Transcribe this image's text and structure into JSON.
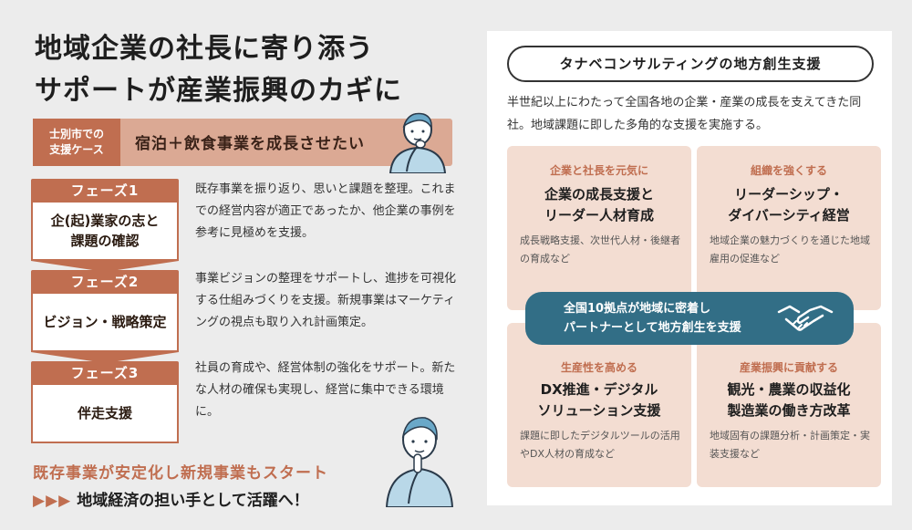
{
  "headline": {
    "line1": "地域企業の社長に寄り添う",
    "line2": "サポートが産業振興のカギに"
  },
  "case": {
    "tag_line1": "士別市での",
    "tag_line2": "支援ケース",
    "text": "宿泊＋飲食事業を成長させたい"
  },
  "phases": [
    {
      "label": "フェーズ1",
      "title_line1": "企(起)業家の志と",
      "title_line2": "課題の確認",
      "desc": "既存事業を振り返り、思いと課題を整理。これまでの経営内容が適正であったか、他企業の事例を参考に見極めを支援。"
    },
    {
      "label": "フェーズ2",
      "title_line1": "ビジョン・戦略策定",
      "title_line2": "",
      "desc": "事業ビジョンの整理をサポートし、進捗を可視化する仕組みづくりを支援。新規事業はマーケティングの視点も取り入れ計画策定。"
    },
    {
      "label": "フェーズ3",
      "title_line1": "伴走支援",
      "title_line2": "",
      "desc": "社員の育成や、経営体制の強化をサポート。新たな人材の確保も実現し、経営に集中できる環境に。"
    }
  ],
  "result": {
    "line1": "既存事業が安定化し新規事業もスタート",
    "arrows": "▶▶▶",
    "line2": "地域経済の担い手として活躍へ！"
  },
  "panel": {
    "title": "タナベコンサルティングの地方創生支援",
    "intro": "半世紀以上にわたって全国各地の企業・産業の成長を支えてきた同社。地域課題に即した多角的な支援を実施する。",
    "cards": [
      {
        "tag": "企業と社長を元気に",
        "title_line1": "企業の成長支援と",
        "title_line2": "リーダー人材育成",
        "desc": "成長戦略支援、次世代人材・後継者の育成など"
      },
      {
        "tag": "組織を強くする",
        "title_line1": "リーダーシップ・",
        "title_line2": "ダイバーシティ経営",
        "desc": "地域企業の魅力づくりを通じた地域雇用の促進など"
      },
      {
        "tag": "生産性を高める",
        "title_line1": "DX推進・デジタル",
        "title_line2": "ソリューション支援",
        "desc": "課題に即したデジタルツールの活用やDX人材の育成など"
      },
      {
        "tag": "産業振興に貢献する",
        "title_line1": "観光・農業の収益化",
        "title_line2": "製造業の働き方改革",
        "desc": "地域固有の課題分析・計画策定・実装支援など"
      }
    ],
    "banner": {
      "line1": "全国10拠点が地域に密着し",
      "line2": "パートナーとして地方創生を支援"
    }
  },
  "colors": {
    "accent": "#c06e50",
    "accent_light": "#dba994",
    "card_bg": "#f3ddd2",
    "banner": "#326e86"
  },
  "icons": {
    "person_thinking": "person-thinking-icon",
    "person_idea": "person-idea-icon",
    "handshake": "handshake-icon"
  }
}
